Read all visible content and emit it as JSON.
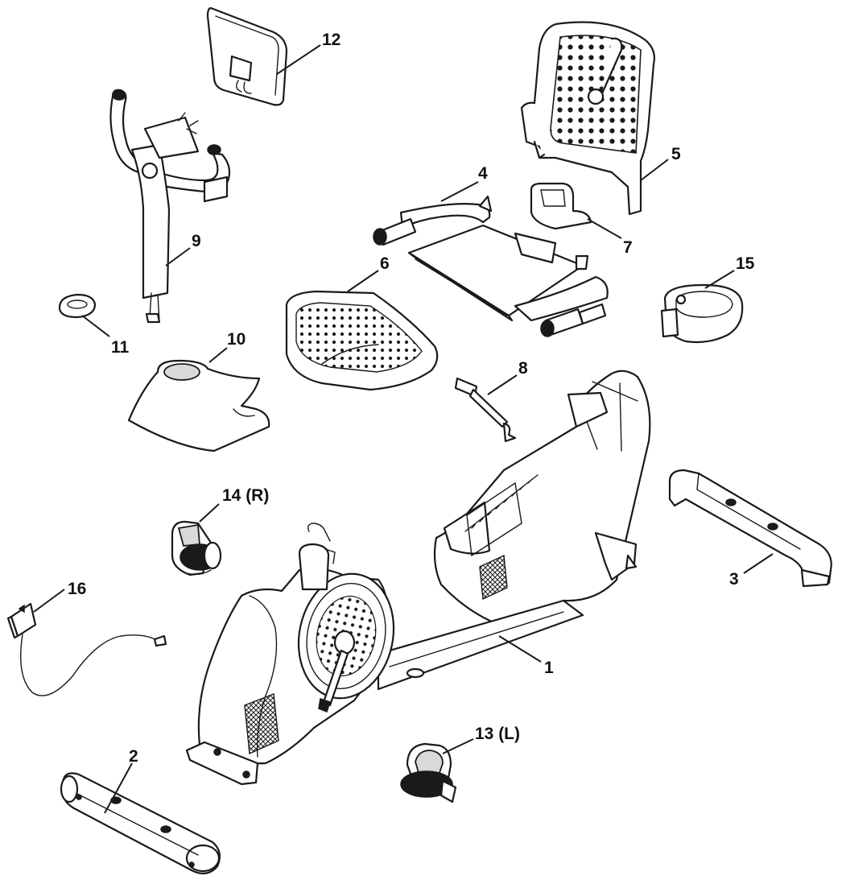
{
  "callouts": [
    {
      "id": "1",
      "text": "1"
    },
    {
      "id": "2",
      "text": "2"
    },
    {
      "id": "3",
      "text": "3"
    },
    {
      "id": "4",
      "text": "4"
    },
    {
      "id": "5",
      "text": "5"
    },
    {
      "id": "6",
      "text": "6"
    },
    {
      "id": "7",
      "text": "7"
    },
    {
      "id": "8",
      "text": "8"
    },
    {
      "id": "9",
      "text": "9"
    },
    {
      "id": "10",
      "text": "10"
    },
    {
      "id": "11",
      "text": "11"
    },
    {
      "id": "12",
      "text": "12"
    },
    {
      "id": "13",
      "text": "13 (L)"
    },
    {
      "id": "14",
      "text": "14 (R)"
    },
    {
      "id": "15",
      "text": "15"
    },
    {
      "id": "16",
      "text": "16"
    }
  ]
}
